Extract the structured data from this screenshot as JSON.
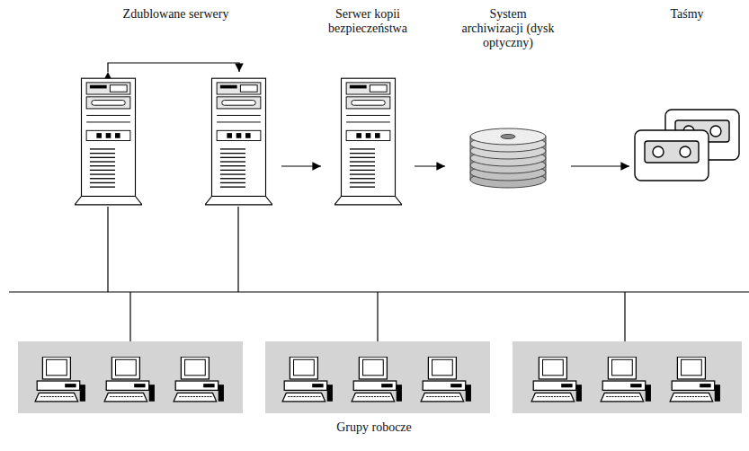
{
  "diagram": {
    "nodes": [
      {
        "text": [
          "Zdublowane serwery"
        ]
      },
      {
        "text": [
          "Serwer kopii bezpieczeństwa"
        ]
      },
      {
        "text": [
          "System archiwizacji (dysk optyczny)"
        ]
      },
      {
        "text": [
          "Taśmy"
        ]
      }
    ],
    "edges": [
      {
        "from": 0,
        "to": 1,
        "arrow": "to"
      },
      {
        "from": 1,
        "to": 2,
        "arrow": "to"
      },
      {
        "from": 2,
        "to": 3,
        "arrow": "to"
      }
    ],
    "labels": [
      "Grupy robocze"
    ]
  }
}
